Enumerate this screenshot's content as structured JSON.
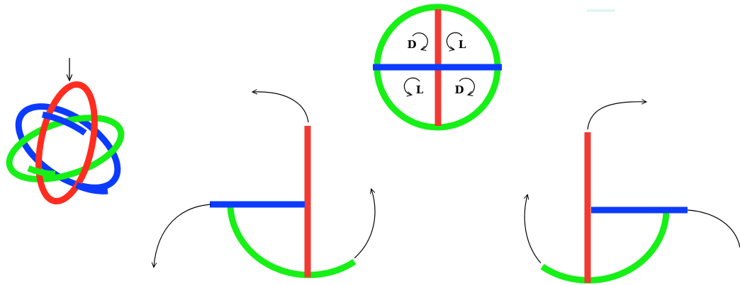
{
  "colors": {
    "red": "#ff2d1f",
    "blue": "#0b3bff",
    "green": "#16f016",
    "arrow": "#000000",
    "background": "#ffffff"
  },
  "disc_labels": {
    "top_left": "D",
    "top_right": "L",
    "bottom_left": "L",
    "bottom_right": "D"
  },
  "icons": [
    "borromean-rings-icon",
    "down-arrow-icon",
    "curved-arrow-icon",
    "clockwise-arrow-icon",
    "counterclockwise-arrow-icon"
  ]
}
